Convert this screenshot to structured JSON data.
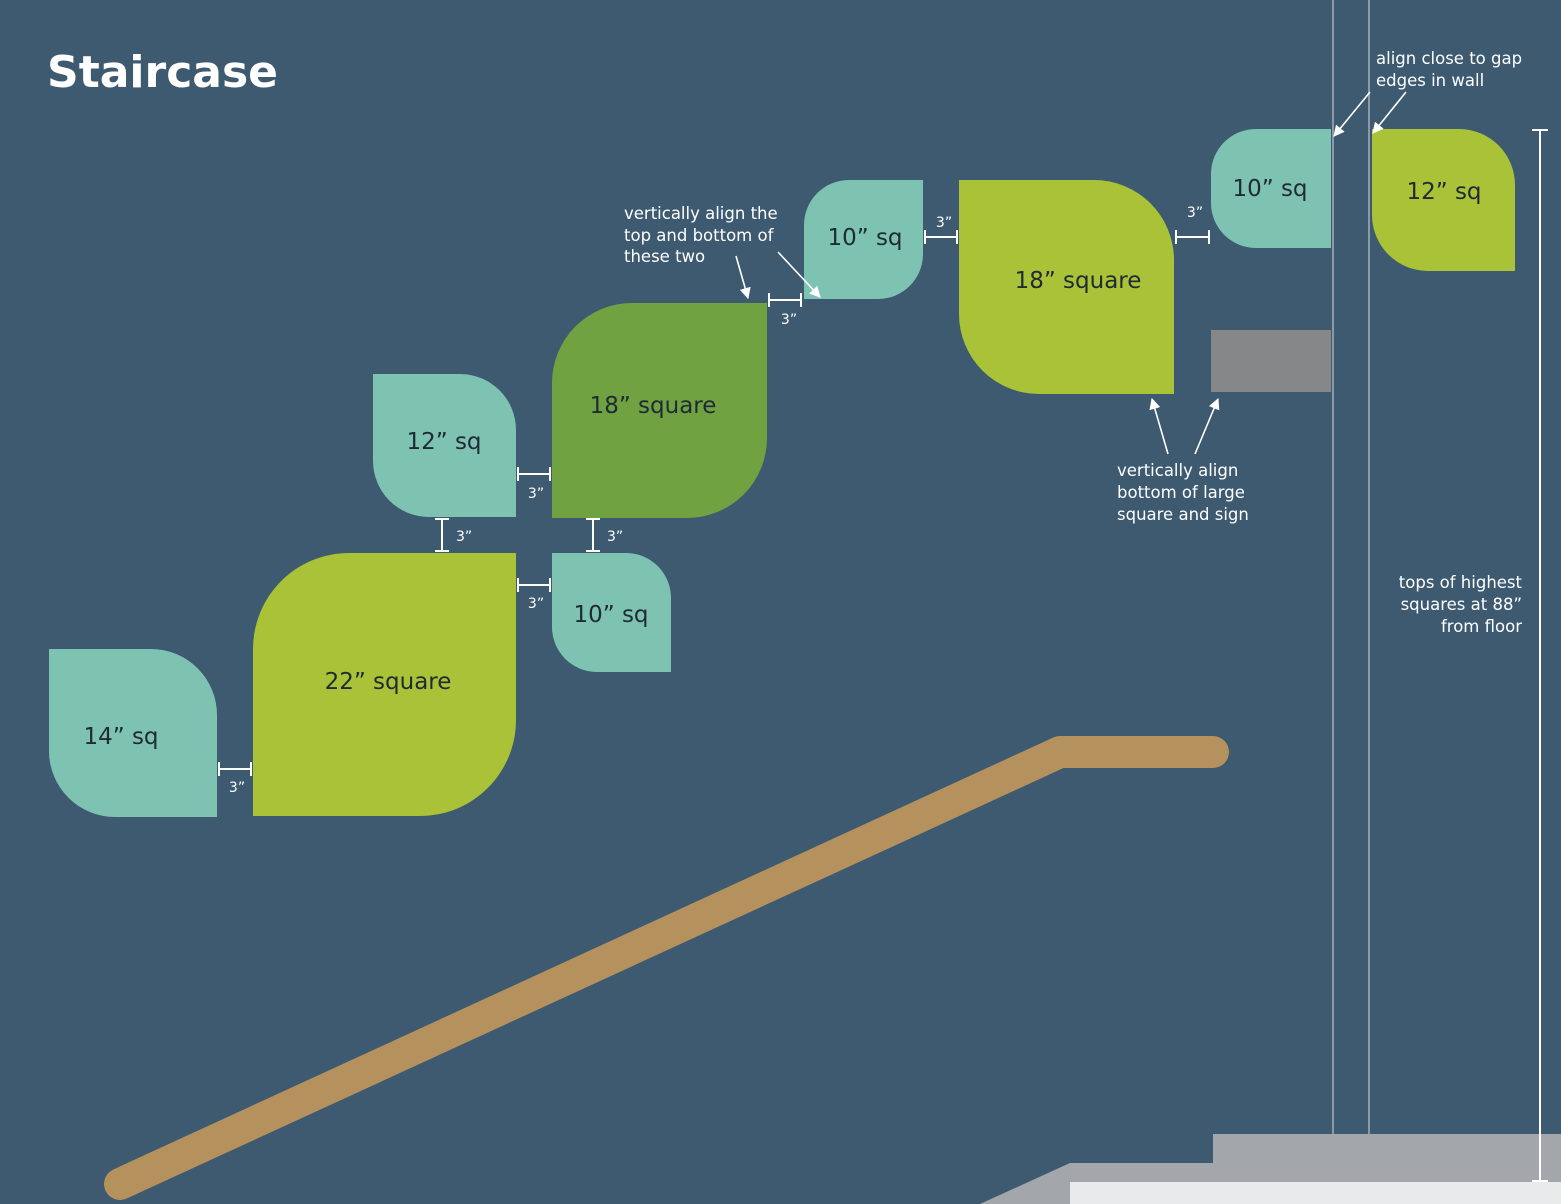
{
  "title": "Staircase",
  "colors": {
    "wall": "#3d5a71",
    "teal": "#7ec3b2",
    "lime": "#a9c237",
    "green": "#70a242",
    "handrail": "#b5915e",
    "sign": "#858789",
    "stair": "#a3a7ab",
    "floor": "#e8eaeb"
  },
  "panels": [
    {
      "id": "p14",
      "label": "14” sq"
    },
    {
      "id": "p22",
      "label": "22” square"
    },
    {
      "id": "p12a",
      "label": "12” sq"
    },
    {
      "id": "p18a",
      "label": "18” square"
    },
    {
      "id": "p10a",
      "label": "10” sq"
    },
    {
      "id": "p10b",
      "label": "10” sq"
    },
    {
      "id": "p18b",
      "label": "18” square"
    },
    {
      "id": "p10c",
      "label": "10” sq"
    },
    {
      "id": "p12b",
      "label": "12” sq"
    }
  ],
  "gap_label": "3”",
  "notes": {
    "align_top_bottom": [
      "vertically align the",
      "top and bottom of",
      "these two"
    ],
    "align_bottom": [
      "vertically align",
      "bottom of large",
      "square and sign"
    ],
    "align_gap": [
      "align close to gap",
      "edges in wall"
    ],
    "height": [
      "tops of highest",
      "squares at 88”",
      "from floor"
    ]
  },
  "icons": {
    "handrail": "handrail-icon",
    "sign": "sign-placeholder",
    "stairs": "stair-steps"
  }
}
